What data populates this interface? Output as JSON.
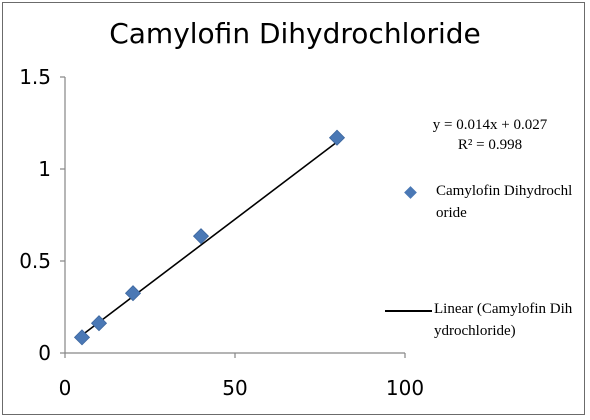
{
  "chart_data": {
    "type": "scatter",
    "title": "Camylofin Dihydrochloride",
    "xlabel": "",
    "ylabel": "",
    "xlim": [
      0,
      100
    ],
    "ylim": [
      0,
      1.5
    ],
    "x_ticks": [
      "0",
      "50",
      "100"
    ],
    "y_ticks": [
      "0",
      "0.5",
      "1",
      "1.5"
    ],
    "grid": false,
    "legend_position": "right",
    "series": [
      {
        "name": "Camylofin Dihydrochloride",
        "marker": "diamond",
        "color": "#4a78b5",
        "x": [
          5,
          10,
          20,
          40,
          80
        ],
        "y": [
          0.085,
          0.162,
          0.325,
          0.635,
          1.17
        ]
      }
    ],
    "trendline": {
      "name": "Linear (Camylofin Dihydrochloride)",
      "slope": 0.014,
      "intercept": 0.027,
      "x_range": [
        5,
        80
      ],
      "color": "#000000"
    },
    "annotations": {
      "equation": "y = 0.014x + 0.027",
      "r_squared": "R² = 0.998"
    }
  }
}
